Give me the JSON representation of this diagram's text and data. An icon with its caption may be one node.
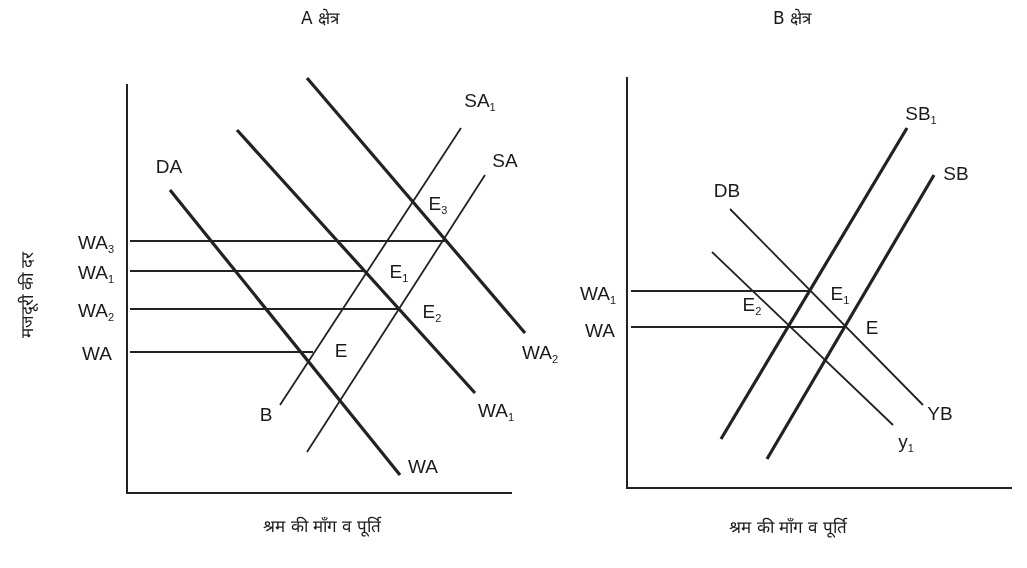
{
  "diagram": {
    "labels": [
      "A क्षेत्र",
      "B क्षेत्र",
      "मजदूरी की दर",
      "SA$_{1}$",
      "SB$_{1}$",
      "SA",
      "SB",
      "DA",
      "DB",
      "E$_{3}$",
      "WA$_{3}$",
      "WA$_{1}$",
      "E$_{1}$",
      "WA$_{1}$",
      "E$_{1}$",
      "WA$_{2}$",
      "E$_{2}$",
      "E$_{2}$",
      "WA",
      "E",
      "WA",
      "E",
      "WA$_{2}$",
      "B",
      "WA$_{1}$",
      "YB",
      "WA",
      "y$_{1}$",
      "श्रम की माँग व पूर्ति",
      "श्रम की माँग व पूर्ति"
    ]
  }
}
